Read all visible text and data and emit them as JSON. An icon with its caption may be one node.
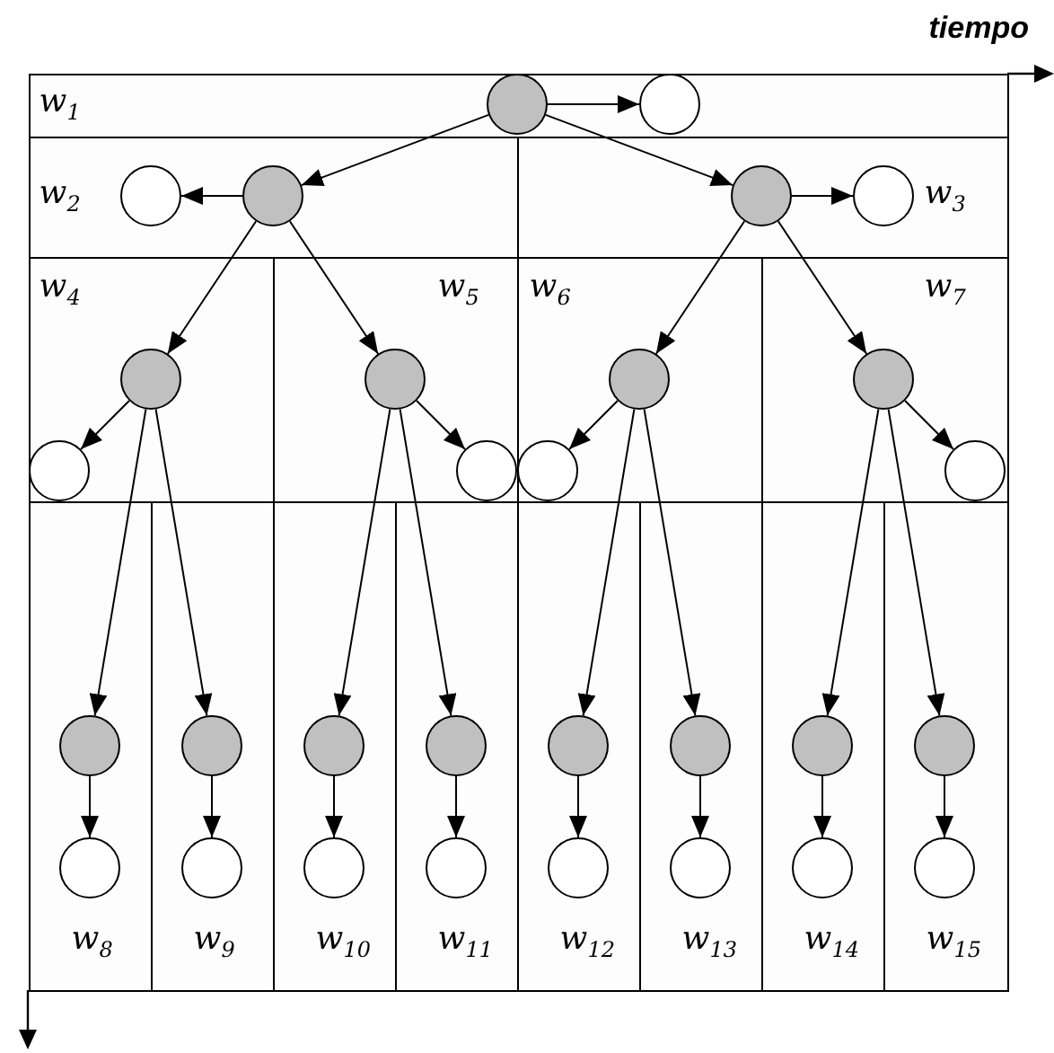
{
  "diagram": {
    "nodes": [
      {
        "text": [
          "w$_{1}$"
        ]
      },
      {
        "text": [],
        "shape": "circle",
        "in": 0
      },
      {
        "text": [],
        "shape": "circle",
        "in": 0
      },
      {
        "text": [
          "w$_{2}$"
        ]
      },
      {
        "text": [],
        "shape": "circle",
        "in": 3
      },
      {
        "text": [],
        "shape": "circle",
        "in": 3
      },
      {
        "text": [
          "w$_{3}$"
        ]
      },
      {
        "text": [],
        "shape": "circle",
        "in": 6
      },
      {
        "text": [],
        "shape": "circle",
        "in": 6
      },
      {
        "text": [
          "w$_{4}$"
        ]
      },
      {
        "text": [],
        "shape": "circle",
        "in": 9
      },
      {
        "text": [],
        "shape": "circle",
        "in": 9
      },
      {
        "text": [
          "w$_{5}$"
        ]
      },
      {
        "text": [],
        "shape": "circle",
        "in": 12
      },
      {
        "text": [],
        "shape": "circle",
        "in": 12
      },
      {
        "text": [
          "w$_{6}$"
        ]
      },
      {
        "text": [],
        "shape": "circle",
        "in": 15
      },
      {
        "text": [],
        "shape": "circle",
        "in": 15
      },
      {
        "text": [
          "w$_{7}$"
        ]
      },
      {
        "text": [],
        "shape": "circle",
        "in": 18
      },
      {
        "text": [],
        "shape": "circle",
        "in": 18
      },
      {
        "text": [
          "w$_{8}$"
        ]
      },
      {
        "text": [],
        "shape": "circle",
        "in": 21
      },
      {
        "text": [],
        "shape": "circle",
        "in": 21
      },
      {
        "text": [
          "w$_{9}$"
        ]
      },
      {
        "text": [],
        "shape": "circle",
        "in": 24
      },
      {
        "text": [],
        "shape": "circle",
        "in": 24
      },
      {
        "text": [
          "w$_{10}$"
        ]
      },
      {
        "text": [],
        "shape": "circle",
        "in": 27
      },
      {
        "text": [],
        "shape": "circle",
        "in": 27
      },
      {
        "text": [
          "w$_{11}$"
        ]
      },
      {
        "text": [],
        "shape": "circle",
        "in": 30
      },
      {
        "text": [],
        "shape": "circle",
        "in": 30
      },
      {
        "text": [
          "w$_{12}$"
        ]
      },
      {
        "text": [],
        "shape": "circle",
        "in": 33
      },
      {
        "text": [],
        "shape": "circle",
        "in": 33
      },
      {
        "text": [
          "w$_{13}$"
        ]
      },
      {
        "text": [],
        "shape": "circle",
        "in": 36
      },
      {
        "text": [],
        "shape": "circle",
        "in": 36
      },
      {
        "text": [
          "w$_{14}$"
        ]
      },
      {
        "text": [],
        "shape": "circle",
        "in": 39
      },
      {
        "text": [],
        "shape": "circle",
        "in": 39
      },
      {
        "text": [
          "w$_{15}$"
        ]
      },
      {
        "text": [],
        "shape": "circle",
        "in": 42
      },
      {
        "text": [],
        "shape": "circle",
        "in": 42
      }
    ],
    "edges": [
      {
        "from": 1,
        "to": 2,
        "arrow": "to"
      },
      {
        "from": 1,
        "to": 5,
        "arrow": "to"
      },
      {
        "from": 1,
        "to": 7,
        "arrow": "to"
      },
      {
        "from": 5,
        "to": 4,
        "arrow": "to"
      },
      {
        "from": 7,
        "to": 8,
        "arrow": "to"
      },
      {
        "from": 5,
        "to": 11,
        "arrow": "to"
      },
      {
        "from": 5,
        "to": 13,
        "arrow": "to"
      },
      {
        "from": 7,
        "to": 17,
        "arrow": "to"
      },
      {
        "from": 7,
        "to": 19,
        "arrow": "to"
      },
      {
        "from": 11,
        "to": 10,
        "arrow": "to"
      },
      {
        "from": 13,
        "to": 14,
        "arrow": "to"
      },
      {
        "from": 17,
        "to": 16,
        "arrow": "to"
      },
      {
        "from": 19,
        "to": 20,
        "arrow": "to"
      },
      {
        "from": 11,
        "to": 22,
        "arrow": "to"
      },
      {
        "from": 11,
        "to": 25,
        "arrow": "to"
      },
      {
        "from": 13,
        "to": 28,
        "arrow": "to"
      },
      {
        "from": 13,
        "to": 31,
        "arrow": "to"
      },
      {
        "from": 17,
        "to": 34,
        "arrow": "to"
      },
      {
        "from": 17,
        "to": 37,
        "arrow": "to"
      },
      {
        "from": 19,
        "to": 40,
        "arrow": "to"
      },
      {
        "from": 19,
        "to": 43,
        "arrow": "to"
      },
      {
        "from": 22,
        "to": 23,
        "arrow": "to"
      },
      {
        "from": 25,
        "to": 26,
        "arrow": "to"
      },
      {
        "from": 28,
        "to": 29,
        "arrow": "to"
      },
      {
        "from": 31,
        "to": 32,
        "arrow": "to"
      },
      {
        "from": 34,
        "to": 35,
        "arrow": "to"
      },
      {
        "from": 37,
        "to": 38,
        "arrow": "to"
      },
      {
        "from": 40,
        "to": 41,
        "arrow": "to"
      },
      {
        "from": 43,
        "to": 44,
        "arrow": "to"
      }
    ],
    "labels": [
      "tiempo"
    ]
  }
}
